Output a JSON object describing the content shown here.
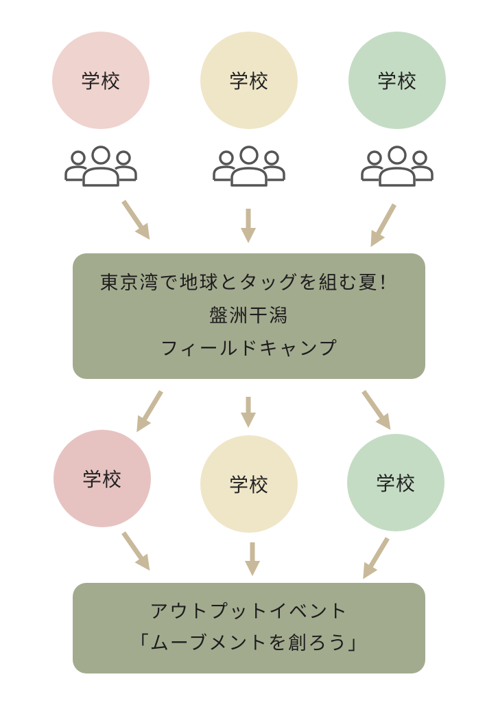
{
  "schools_top": [
    {
      "label": "学校",
      "color": "#efd3ce"
    },
    {
      "label": "学校",
      "color": "#efe6c8"
    },
    {
      "label": "学校",
      "color": "#c4dcc4"
    }
  ],
  "schools_bottom": [
    {
      "label": "学校",
      "color": "#e6c3c1"
    },
    {
      "label": "学校",
      "color": "#efe6c8"
    },
    {
      "label": "学校",
      "color": "#c4dcc4"
    }
  ],
  "event_box": {
    "line1": "東京湾で地球とタッグを組む夏！",
    "line2": "盤洲干潟",
    "line3": "フィールドキャンプ"
  },
  "output_box": {
    "line1": "アウトプットイベント",
    "line2": "「ムーブメントを創ろう」"
  },
  "colors": {
    "box": "#a3ab8f",
    "arrow": "#c8b99a",
    "icon": "#555555"
  }
}
